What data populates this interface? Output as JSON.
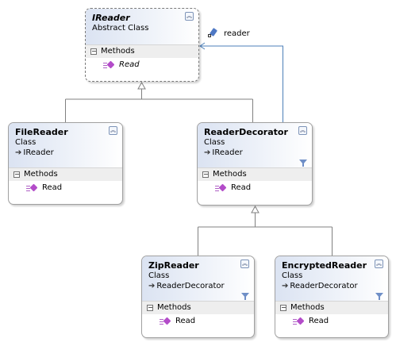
{
  "diagram": {
    "classes": [
      {
        "id": "ireader",
        "name": "IReader",
        "kind": "Abstract Class",
        "base": "",
        "abstract": true,
        "section_title": "Methods",
        "methods": [
          "Read"
        ]
      },
      {
        "id": "filereader",
        "name": "FileReader",
        "kind": "Class",
        "base": "IReader",
        "abstract": false,
        "section_title": "Methods",
        "methods": [
          "Read"
        ]
      },
      {
        "id": "readerdecorator",
        "name": "ReaderDecorator",
        "kind": "Class",
        "base": "IReader",
        "abstract": false,
        "section_title": "Methods",
        "methods": [
          "Read"
        ]
      },
      {
        "id": "zipreader",
        "name": "ZipReader",
        "kind": "Class",
        "base": "ReaderDecorator",
        "abstract": false,
        "section_title": "Methods",
        "methods": [
          "Read"
        ]
      },
      {
        "id": "encryptedreader",
        "name": "EncryptedReader",
        "kind": "Class",
        "base": "ReaderDecorator",
        "abstract": false,
        "section_title": "Methods",
        "methods": [
          "Read"
        ]
      }
    ],
    "association": {
      "label": "reader",
      "icon": "property-icon",
      "from": "readerdecorator",
      "to": "ireader"
    },
    "inheritance": [
      {
        "child": "filereader",
        "parent": "ireader"
      },
      {
        "child": "readerdecorator",
        "parent": "ireader"
      },
      {
        "child": "zipreader",
        "parent": "readerdecorator"
      },
      {
        "child": "encryptedreader",
        "parent": "readerdecorator"
      }
    ],
    "icons": {
      "collapse": "double-chevron-up-icon",
      "filter": "filter-icon",
      "section_toggle": "minus-toggle-icon",
      "method": "method-icon",
      "base_type": "inherits-arrow-icon"
    },
    "colors": {
      "header_gradient_start": "#dbe3f2",
      "association_line": "#4d7fb8",
      "inheritance_line": "#808080",
      "method_icon": "#b34cc9"
    }
  }
}
